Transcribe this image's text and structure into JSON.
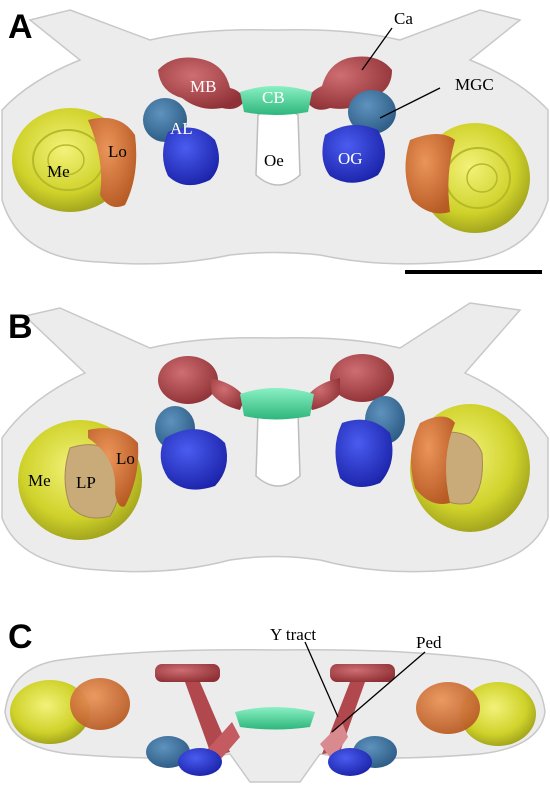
{
  "figure": {
    "panels": [
      {
        "letter": "A",
        "labels": {
          "ca": "Ca",
          "mb": "MB",
          "cb": "CB",
          "mgc": "MGC",
          "al": "AL",
          "oe": "Oe",
          "og": "OG",
          "lo": "Lo",
          "me": "Me"
        }
      },
      {
        "letter": "B",
        "labels": {
          "me": "Me",
          "lp": "LP",
          "lo": "Lo"
        }
      },
      {
        "letter": "C",
        "labels": {
          "ytract": "Y tract",
          "ped": "Ped"
        }
      }
    ],
    "has_scale_bar": true
  },
  "colors": {
    "mushroom_body": "#b0484d",
    "central_body": "#4fd39a",
    "antennal_lobe": "#3a6f9d",
    "olfactory_glomeruli": "#2333c8",
    "medulla": "#d4d62e",
    "lobula": "#d06a30",
    "lobula_plate": "#c9ab7a",
    "brain_outline": "#e9e9e9"
  }
}
